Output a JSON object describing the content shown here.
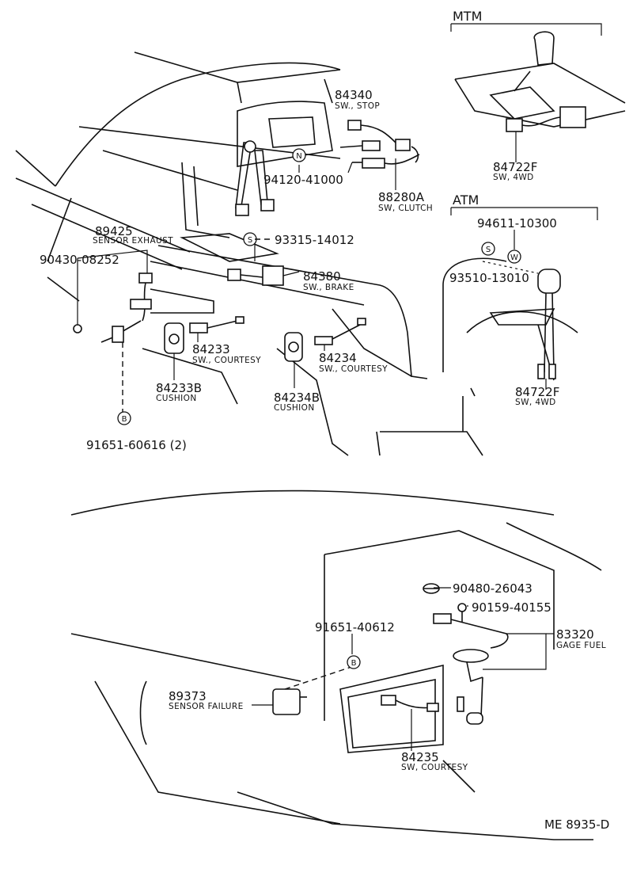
{
  "sections": {
    "mtm": "MTM",
    "atm": "ATM"
  },
  "parts": {
    "p84340": {
      "num": "84340",
      "desc": "SW., STOP"
    },
    "p94120": {
      "num": "94120-41000"
    },
    "p88280A": {
      "num": "88280A",
      "desc": "SW, CLUTCH"
    },
    "p84722F_mtm": {
      "num": "84722F",
      "desc": "SW, 4WD"
    },
    "p94611": {
      "num": "94611-10300"
    },
    "p93510": {
      "num": "93510-13010"
    },
    "p84722F_atm": {
      "num": "84722F",
      "desc": "SW, 4WD"
    },
    "p89425": {
      "num": "89425",
      "desc": "SENSOR EXHAUST"
    },
    "p93315": {
      "num": "93315-14012"
    },
    "p90430": {
      "num": "90430-08252"
    },
    "p84380": {
      "num": "84380",
      "desc": "SW., BRAKE"
    },
    "p84233": {
      "num": "84233",
      "desc": "SW., COURTESY"
    },
    "p84234": {
      "num": "84234",
      "desc": "SW., COURTESY"
    },
    "p84233B": {
      "num": "84233B",
      "desc": "CUSHION"
    },
    "p84234B": {
      "num": "84234B",
      "desc": "CUSHION"
    },
    "p91651_60616": {
      "num": "91651-60616 (2)"
    },
    "p90480": {
      "num": "90480-26043"
    },
    "p90159": {
      "num": "90159-40155"
    },
    "p91651_40612": {
      "num": "91651-40612"
    },
    "p83320": {
      "num": "83320",
      "desc": "GAGE FUEL"
    },
    "p89373": {
      "num": "89373",
      "desc": "SENSOR FAILURE"
    },
    "p84235": {
      "num": "84235",
      "desc": "SW, COURTESY"
    }
  },
  "badges": {
    "N": "N",
    "S": "S",
    "W": "W",
    "B": "B"
  },
  "footer": {
    "code": "ME 8935-D"
  }
}
